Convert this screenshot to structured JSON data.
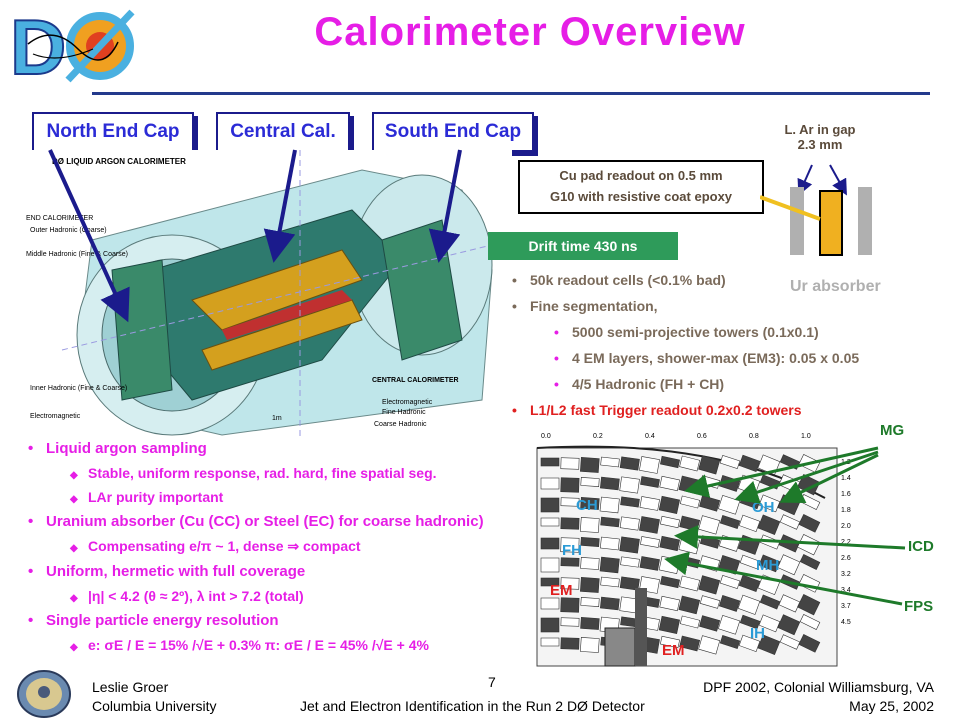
{
  "title": "Calorimeter Overview",
  "logo": "DØ",
  "tags": {
    "north": "North End Cap",
    "central": "Central Cal.",
    "south": "South End Cap"
  },
  "diagram_title": "DØ LIQUID ARGON CALORIMETER",
  "diagram_labels": {
    "end_cal": "END CALORIMETER",
    "outer_hadronic": "Outer Hadronic (Coarse)",
    "middle_hadronic": "Middle Hadronic (Fine & Coarse)",
    "inner_hadronic": "Inner Hadronic (Fine & Coarse)",
    "electromagnetic_l": "Electromagnetic",
    "central_cal": "CENTRAL CALORIMETER",
    "electromagnetic_r": "Electromagnetic",
    "fine_hadronic": "Fine Hadronic",
    "coarse_hadronic": "Coarse Hadronic",
    "scale": "1m"
  },
  "cell": {
    "gap_label": "L. Ar in gap",
    "gap_value": "2.3 mm",
    "readout_line1": "Cu pad readout on 0.5 mm",
    "readout_line2": "G10 with resistive coat epoxy",
    "absorber": "Ur absorber",
    "drift": "Drift time 430 ns"
  },
  "right_bullets": [
    "50k readout cells (<0.1% bad)",
    "Fine segmentation,"
  ],
  "right_sub": [
    "5000 semi-projective towers (0.1x0.1)",
    "4 EM layers, shower-max (EM3): 0.05 x 0.05",
    "4/5 Hadronic (FH + CH)"
  ],
  "right_last": "L1/L2 fast Trigger readout 0.2x0.2 towers",
  "left_items": [
    {
      "level": 1,
      "text": "Liquid argon sampling"
    },
    {
      "level": 2,
      "text": "Stable, uniform response, rad. hard, fine spatial seg."
    },
    {
      "level": 2,
      "text": "LAr purity important"
    },
    {
      "level": 1,
      "text": "Uranium absorber (Cu (CC) or Steel (EC) for coarse hadronic)"
    },
    {
      "level": 2,
      "text": "Compensating e/π ~ 1, dense ⇒ compact"
    },
    {
      "level": 1,
      "text": "Uniform, hermetic with full coverage"
    },
    {
      "level": 2,
      "text": "|η| < 4.2 (θ ≈ 2º), λ int > 7.2 (total)"
    },
    {
      "level": 1,
      "text": "Single particle energy resolution"
    },
    {
      "level": 2,
      "text": "e:  σE / E = 15% /√E + 0.3%   π: σE / E = 45% /√E + 4%"
    }
  ],
  "detector": {
    "eta_ticks": [
      "0.0",
      "0.2",
      "0.4",
      "0.6",
      "0.8",
      "1.0"
    ],
    "eta_right": [
      "1.2",
      "1.4",
      "1.6",
      "1.8",
      "2.0",
      "2.2",
      "2.6",
      "3.2",
      "3.4",
      "3.7",
      "4.5"
    ],
    "labels": {
      "MG": "MG",
      "CH": "CH",
      "OH": "OH",
      "FH": "FH",
      "MH": "MH",
      "EM1": "EM",
      "IH": "IH",
      "EM2": "EM",
      "ICD": "ICD",
      "FPS": "FPS"
    }
  },
  "page_number": "7",
  "footer": {
    "author": "Leslie Groer",
    "institution": "Columbia University",
    "conference": "DPF 2002, Colonial Williamsburg, VA",
    "talk": "Jet and Electron Identification in the Run 2 DØ Detector",
    "date": "May 25, 2002"
  },
  "colors": {
    "title": "#e61ee6",
    "tag": "#2b2bd6",
    "drift_bg": "#2e9b5a",
    "arrow_green": "#1e7a2a",
    "arrow_blue": "#1b1b8c",
    "red": "#e02020"
  }
}
